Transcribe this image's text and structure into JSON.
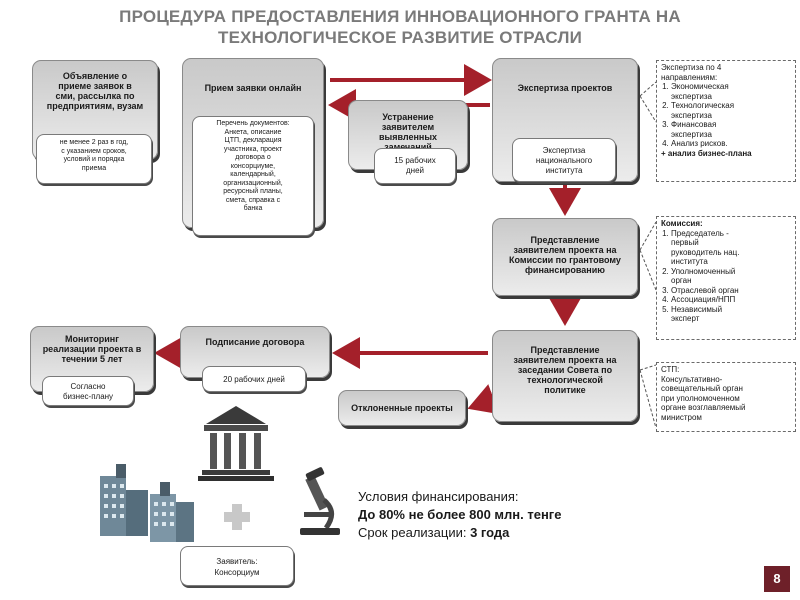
{
  "title": {
    "line1": "ПРОЦЕДУРА ПРЕДОСТАВЛЕНИЯ ИННОВАЦИОННОГО ГРАНТА НА",
    "line2": "ТЕХНОЛОГИЧЕСКОЕ РАЗВИТИЕ ОТРАСЛИ"
  },
  "boxes": {
    "announcement": "Объявление о\nприеме заявок в\nсми, рассылка по\nпредприятиям, вузам",
    "application": "Прием заявки онлайн",
    "fix": "Устранение\nзаявителем\nвыявленных\nзамечаний",
    "expertise": "Экспертиза проектов",
    "grant_commission": "Представление\nзаявителем проекта на\nКомиссии по грантовому\nфинансированию",
    "council": "Представление\nзаявителем проекта на\nзаседании Совета по\nтехнологической\nполитике",
    "contract": "Подписание договора",
    "monitoring": "Мониторинг\nреализации проекта в\nтечении 5 лет",
    "rejected": "Отклоненные проекты"
  },
  "subboxes": {
    "announcement_note": "не менее 2 раз в год,\nс указанием сроков,\nусловий и порядка\nприема",
    "documents": "Перечень документов:\nАнкета, описание\nЦТП, декларация\nучастника, проект\nдоговора о\nконсорциуме,\nкалендарный,\nорганизационный,\nресурсный планы,\nсмета, справка с\nбанка",
    "fix_days": "15 рабочих\nдней",
    "expertise_note": "Экспертиза\nнационального\nинститута",
    "contract_days": "20 рабочих дней",
    "monitoring_note": "Согласно\nбизнес-плану",
    "applicant": "Заявитель:\nКонсорциум"
  },
  "notes": {
    "expertise": {
      "title": "Экспертиза по 4\nнаправлениям:",
      "items": [
        "Экономическая\nэкспертиза",
        "Технологическая\nэкспертиза",
        "Финансовая\nэкспертиза",
        "Анализ рисков."
      ],
      "extra": "+ анализ бизнес-плана"
    },
    "commission": {
      "title": "Комиссия:",
      "items": [
        "Председатель -\nпервый\nруководитель нац.\nинститута",
        "Уполномоченный\nорган",
        "Отраслевой орган",
        "Ассоциация/НПП",
        "Независимый\nэксперт"
      ]
    },
    "stp": {
      "title": "СТП:",
      "text": "Консультативно-\nсовещательный орган\nпри уполномоченном\nоргане возглавляемый\nминистром"
    }
  },
  "conditions": {
    "line1": "Условия финансирования:",
    "line2": "До 80% не более 800 млн. тенге",
    "line3_label": "Срок реализации: ",
    "line3_value": "3 года"
  },
  "page_number": "8",
  "colors": {
    "arrow": "#a4202a",
    "title": "#7a7a7a",
    "page_badge": "#6e2029"
  },
  "icons": [
    "government-building-icon",
    "factory-icon",
    "plus-icon",
    "microscope-icon"
  ]
}
